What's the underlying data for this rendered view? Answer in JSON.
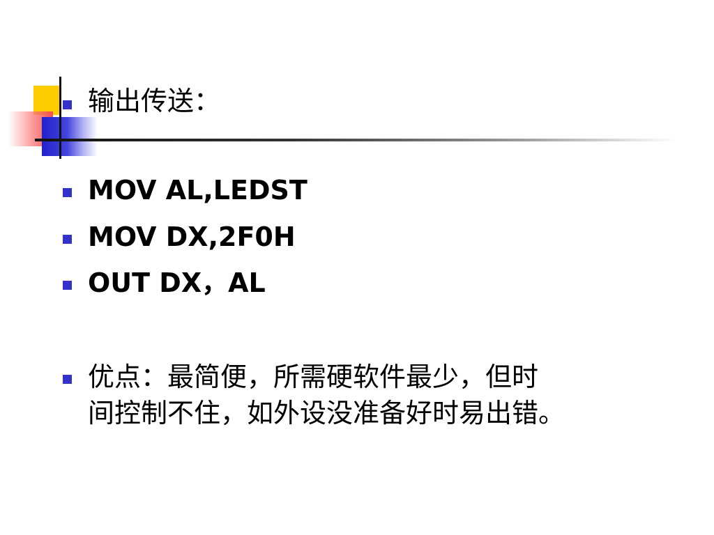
{
  "slide": {
    "title": "输出传送：",
    "code_lines": [
      "MOV  AL,LEDST",
      "MOV  DX,2F0H",
      "OUT  DX，AL"
    ],
    "note_lines": [
      "优点：最简便，所需硬软件最少，但时",
      "间控制不住，如外设没准备好时易出错。"
    ]
  },
  "colors": {
    "bullet": "#3333cc",
    "accent_yellow": "#ffcc00",
    "accent_red": "#f05050",
    "accent_blue": "#2222cc"
  }
}
